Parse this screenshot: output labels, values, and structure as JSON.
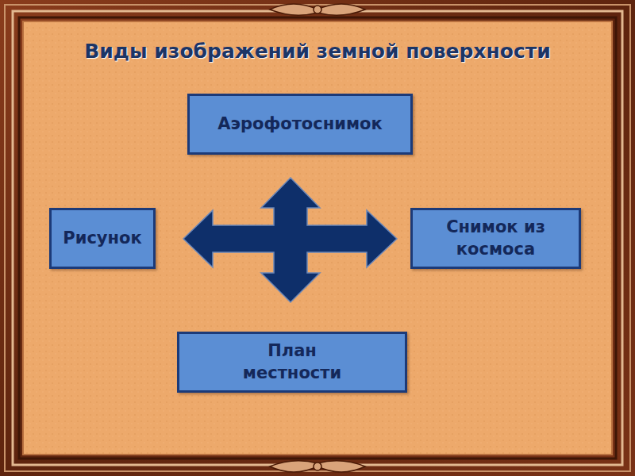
{
  "diagram": {
    "title": "Виды изображений земной поверхности",
    "nodes": [
      {
        "text": [
          "Аэрофотоснимок"
        ]
      },
      {
        "text": [
          "Рисунок"
        ]
      },
      {
        "text": [
          "Снимок из космоса"
        ]
      },
      {
        "text": [
          "План местности"
        ]
      }
    ]
  }
}
